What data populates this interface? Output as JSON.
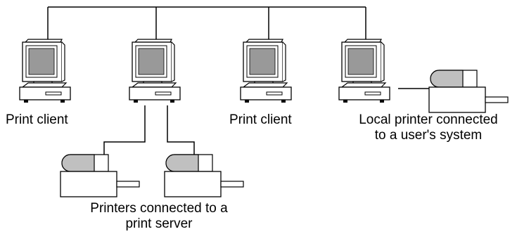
{
  "labels": {
    "print_client_1": "Print client",
    "print_client_3": "Print client",
    "local_printer_line1": "Local printer connected",
    "local_printer_line2": "to a user's system",
    "printers_line1": "Printers connected to a",
    "printers_line2": "print server"
  },
  "colors": {
    "line": "#000000",
    "screen": "#999999",
    "printer_roller": "#c0c0c0",
    "background": "#ffffff"
  },
  "icons": {
    "computer": "computer-icon",
    "printer": "printer-icon"
  }
}
